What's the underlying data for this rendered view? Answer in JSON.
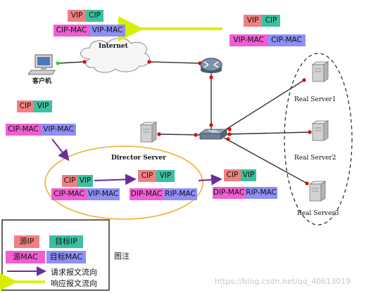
{
  "labels": {
    "cip": "CIP",
    "vip": "VIP",
    "cip_mac": "CIP-MAC",
    "vip_mac": "VIP-MAC",
    "dip_mac": "DIP-MAC",
    "rip_mac": "RIP-MAC"
  },
  "nodes": {
    "internet": "Internet",
    "client": "客户机",
    "director": "Director Server",
    "rs1": "Real Server1",
    "rs2": "Real Server2",
    "rs3": "Real Server3"
  },
  "legend": {
    "src_ip": "源IP",
    "dst_ip": "目标IP",
    "src_mac": "源MAC",
    "dst_mac": "目标MAC",
    "request": "请求报文流向",
    "response": "响应报文流向",
    "caption": "图注"
  },
  "watermark": "https://blog.csdn.net/qq_40613019",
  "colors": {
    "src_ip": "#f08080",
    "dst_ip": "#3cc0a0",
    "src_mac": "#f05ed2",
    "dst_mac": "#8f8ff7",
    "request_arrow": "#6a2e9a",
    "response_arrow": "#d8f000",
    "director_ellipse": "#f0b030",
    "link_dot": "#e00000"
  }
}
